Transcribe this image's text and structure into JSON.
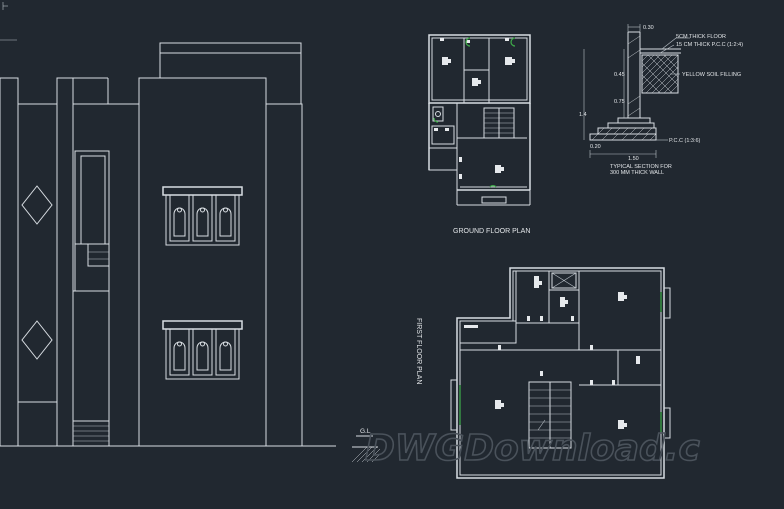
{
  "labels": {
    "ground_floor_plan": "GROUND FLOOR PLAN",
    "first_floor_plan": "FIRST FLOOR PLAN",
    "ground_level": "G.L"
  },
  "section": {
    "caption_line1": "TYPICAL SECTION FOR",
    "caption_line2": "300 MM THICK WALL",
    "note_floor": "5CM THICK FLOOR",
    "note_pcc": "15 CM THICK P.C.C (1:2:4)",
    "note_soil": "YELLOW SOIL FILLING",
    "note_base": "P.C.C (1:3:6)",
    "dim_top": "0.30",
    "dim_045": "0.45",
    "dim_075": "0.75",
    "dim_14": "1.4",
    "dim_020": "0.20",
    "dim_150": "1.50"
  },
  "watermark": "DWGDownload.c",
  "colors": {
    "background": "#212830",
    "lines": "#d8dde2",
    "door_swing": "#3fae4a"
  }
}
